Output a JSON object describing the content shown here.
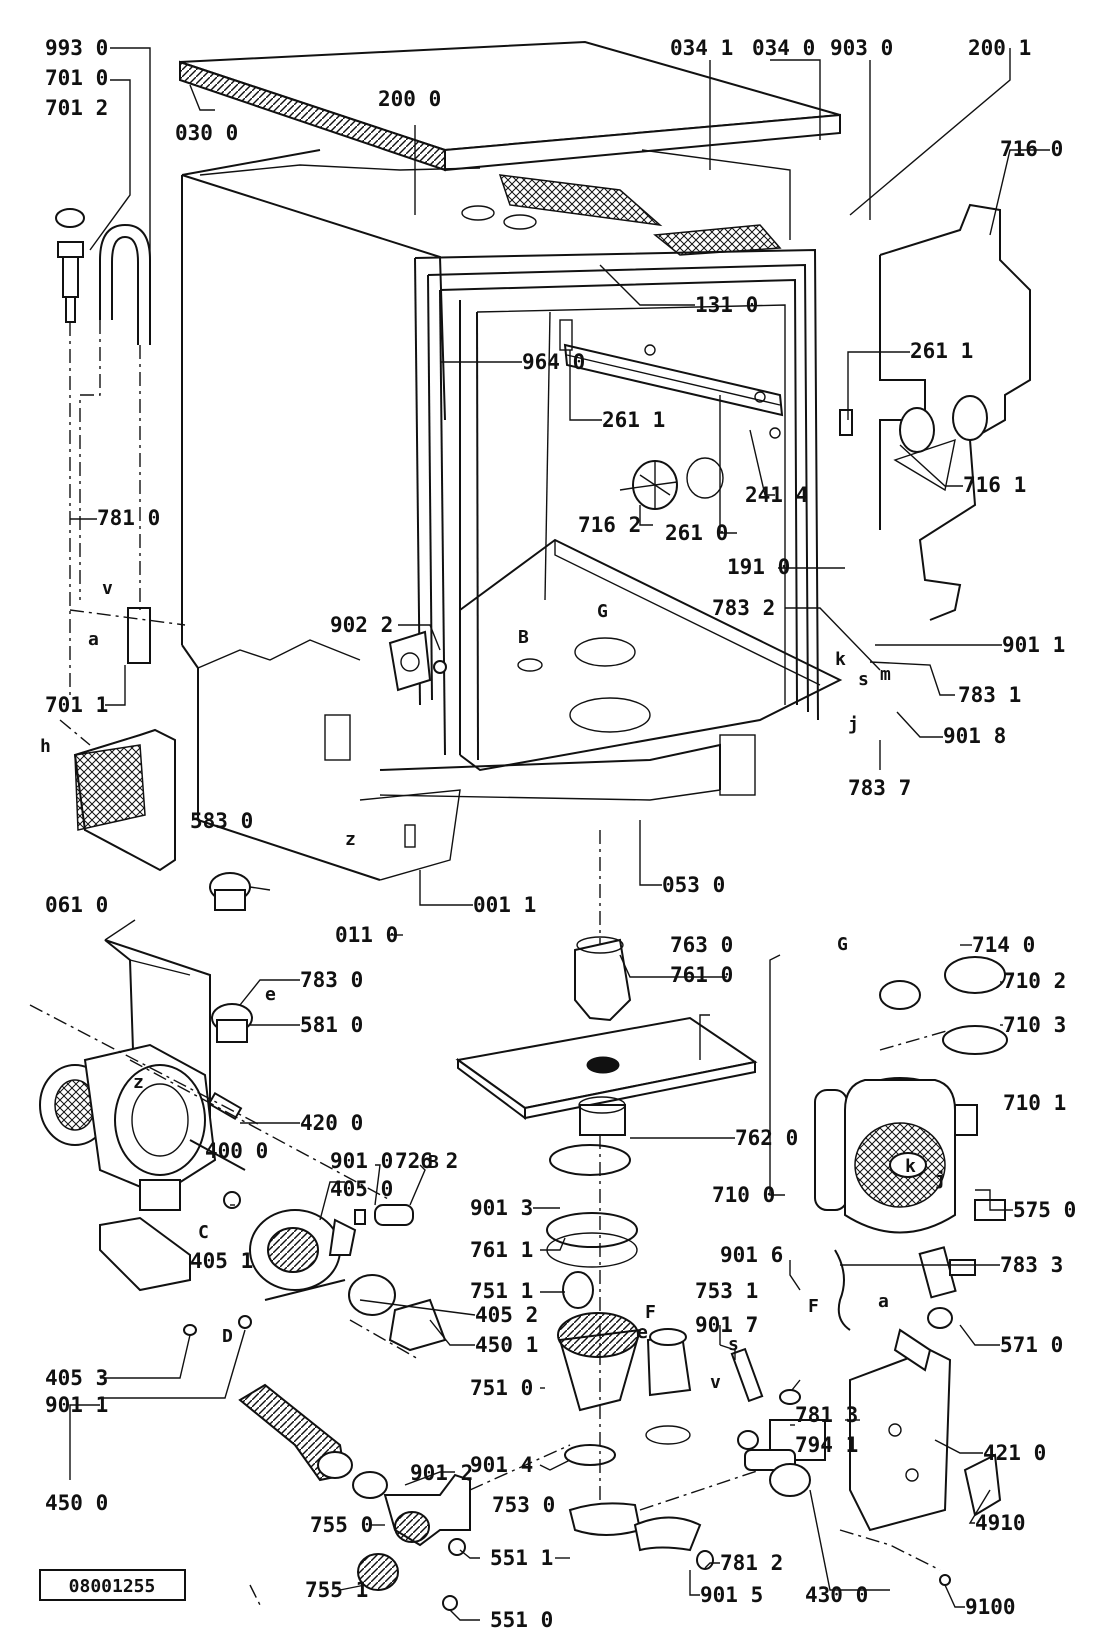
{
  "diagram": {
    "reference_code": "08001255",
    "callouts": {
      "c993_0": "993 0",
      "c701_0": "701 0",
      "c701_2": "701 2",
      "c030_0": "030 0",
      "c200_0": "200 0",
      "c034_1": "034 1",
      "c034_0": "034 0",
      "c903_0": "903 0",
      "c200_1": "200 1",
      "c716_0": "716 0",
      "c131_0": "131 0",
      "c964_0": "964 0",
      "c261_1a": "261 1",
      "c261_1b": "261 1",
      "c241_4": "241 4",
      "c716_2": "716 2",
      "c261_0": "261 0",
      "c716_1": "716 1",
      "c781_0": "781 0",
      "c191_0": "191 0",
      "c783_2": "783 2",
      "c901_1a": "901 1",
      "c783_1": "783 1",
      "c902_2": "902 2",
      "c701_1": "701 1",
      "c901_8": "901 8",
      "c783_7": "783 7",
      "c583_0": "583 0",
      "c053_0": "053 0",
      "c061_0": "061 0",
      "c001_1": "001 1",
      "c011_0": "011 0",
      "c763_0": "763 0",
      "c714_0": "714 0",
      "c761_0a": "761 0",
      "c710_2": "710 2",
      "c783_0": "783 0",
      "c581_0": "581 0",
      "c710_3": "710 3",
      "c710_1": "710 1",
      "c420_0": "420 0",
      "c400_0": "400 0",
      "c762_0": "762 0",
      "c901_0": "901 0",
      "c726_2": "726 2",
      "c405_0": "405 0",
      "c901_3": "901 3",
      "c710_0": "710 0",
      "c575_0": "575 0",
      "c761_1": "761 1",
      "c405_1": "405 1",
      "c901_6": "901 6",
      "c783_3": "783 3",
      "c751_1": "751 1",
      "c753_1": "753 1",
      "c405_2": "405 2",
      "c901_7": "901 7",
      "c450_1": "450 1",
      "c571_0": "571 0",
      "c405_3": "405 3",
      "c751_0": "751 0",
      "c901_1b": "901 1",
      "c781_3": "781 3",
      "c901_4": "901 4",
      "c794_1": "794 1",
      "c450_0": "450 0",
      "c901_2": "901 2",
      "c421_0": "421 0",
      "c755_0": "755 0",
      "c753_0": "753 0",
      "c551_1": "551 1",
      "c781_2": "781 2",
      "c4910": "4910",
      "c755_1": "755 1",
      "c901_5": "901 5",
      "c430_0": "430 0",
      "c9100": "9100",
      "c551_0": "551 0"
    },
    "letters": {
      "v1": "v",
      "a1": "a",
      "h": "h",
      "B1": "B",
      "G1": "G",
      "z1": "z",
      "k1": "k",
      "s1": "s",
      "m": "m",
      "j1": "j",
      "G2": "G",
      "e1": "e",
      "k2": "k",
      "j2": "j",
      "B2": "B",
      "C": "C",
      "z2": "z",
      "D": "D",
      "F1": "F",
      "F2": "F",
      "e2": "e",
      "s2": "s",
      "v2": "v",
      "a2": "a"
    }
  }
}
